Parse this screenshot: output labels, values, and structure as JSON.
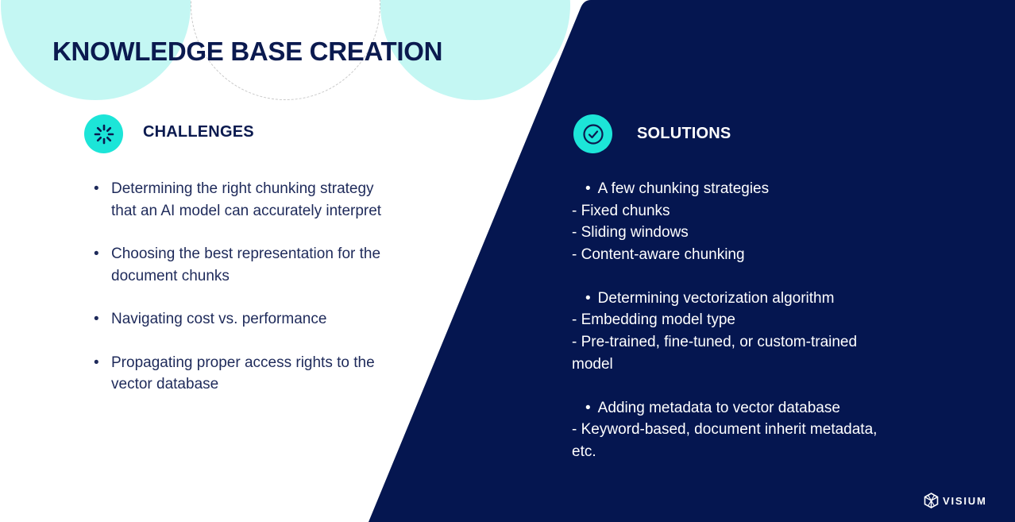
{
  "title": "KNOWLEDGE BASE CREATION",
  "colors": {
    "navy": "#0b1a4f",
    "panel": "#051650",
    "mint_circle": "#c4f7f3",
    "teal_badge": "#1ce5d8"
  },
  "challenges": {
    "icon": "loading-spinner-icon",
    "heading": "CHALLENGES",
    "items": [
      "Determining the right chunking strategy that an AI model can accurately interpret",
      "Choosing the best representation for the document chunks",
      "Navigating cost vs. performance",
      "Propagating proper access rights to the vector database"
    ]
  },
  "solutions": {
    "icon": "check-circle-icon",
    "heading": "SOLUTIONS",
    "groups": [
      {
        "bullet": "A few chunking strategies",
        "lines": [
          "- Fixed chunks",
          "- Sliding windows",
          "- Content-aware chunking"
        ]
      },
      {
        "bullet": "Determining vectorization algorithm",
        "lines": [
          "- Embedding model type",
          "- Pre-trained, fine-tuned, or custom-trained model"
        ]
      },
      {
        "bullet": "Adding metadata to vector database",
        "lines": [
          "- Keyword-based, document inherit metadata, etc."
        ]
      }
    ]
  },
  "logo": {
    "text": "VISIUM",
    "icon": "visium-logo-icon"
  }
}
